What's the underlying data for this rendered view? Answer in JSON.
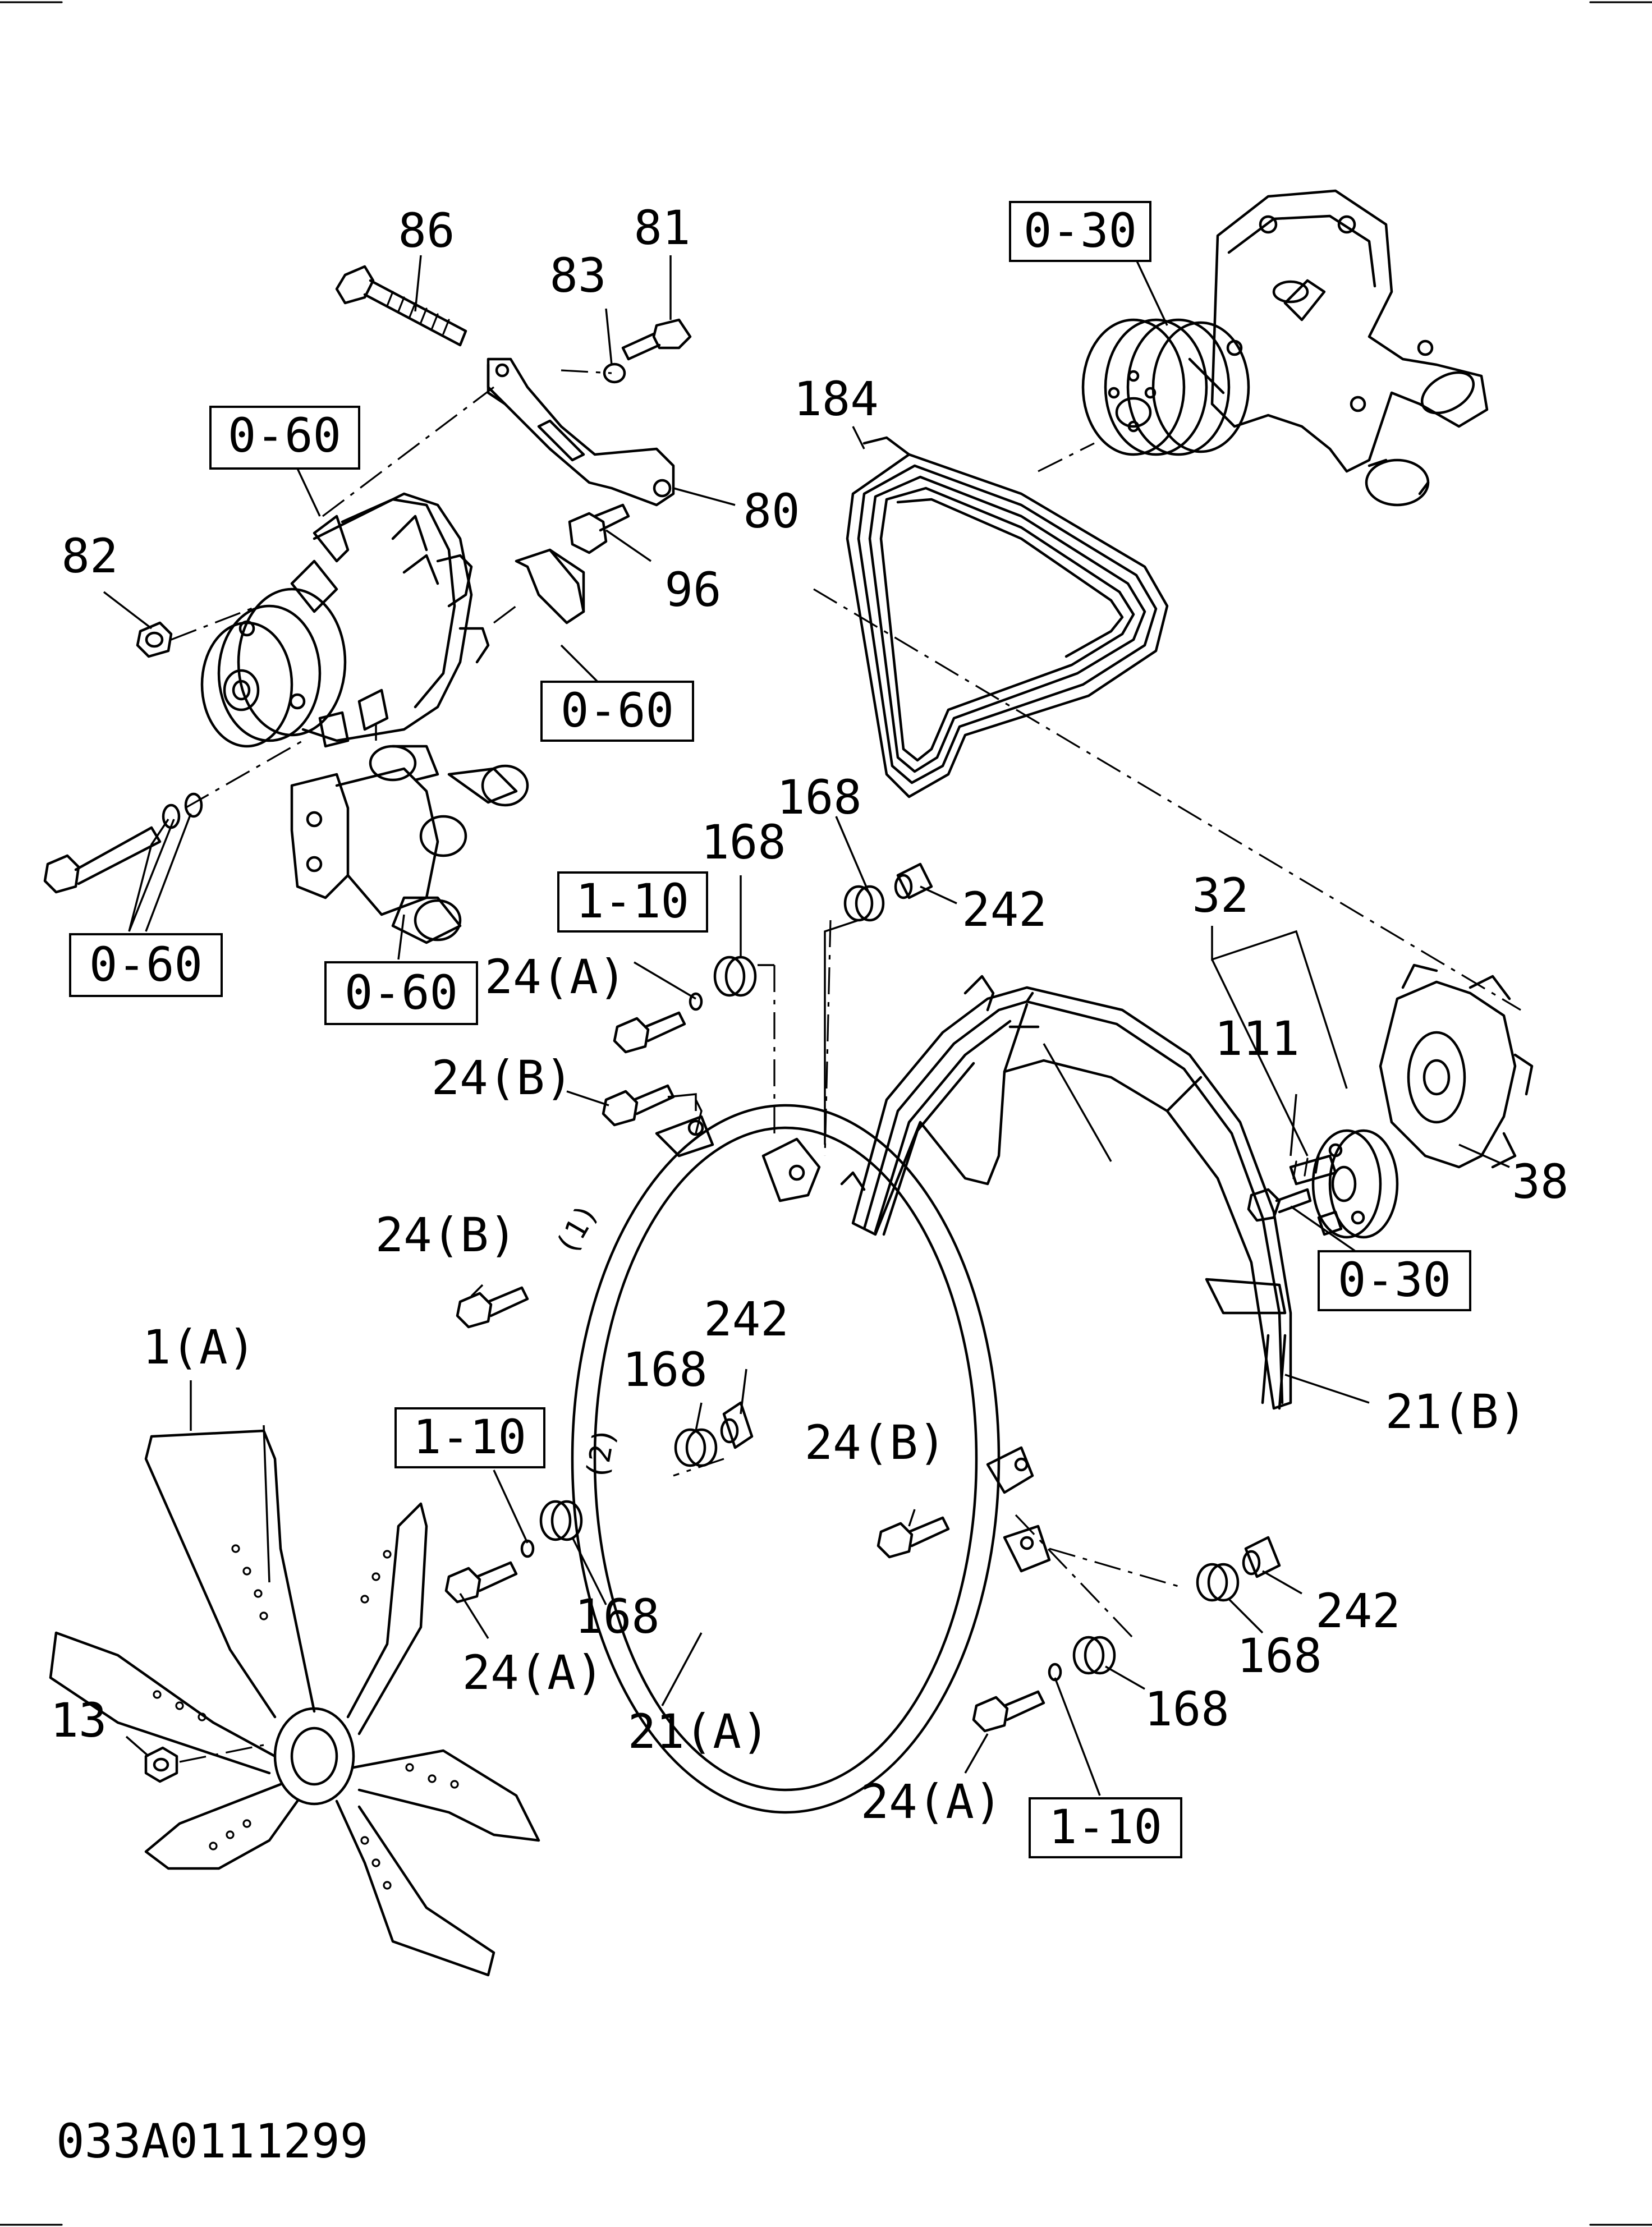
{
  "callouts": {
    "c86": "86",
    "c81": "81",
    "c83": "83",
    "c80": "80",
    "c96": "96",
    "c82": "82",
    "c184": "184",
    "c168a": "168",
    "c168b": "168",
    "c242a": "242",
    "c24a1": "24(A)",
    "c24b1": "24(B)",
    "c24b2": "24(B)",
    "c32": "32",
    "c111": "111",
    "c38": "38",
    "c1a": "1(A)",
    "c242b": "242",
    "c168c": "168",
    "c24b3": "24(B)",
    "c21b": "21(B)",
    "c168d": "168",
    "c24a2": "24(A)",
    "c242c": "242",
    "c168e": "168",
    "c168f": "168",
    "c13": "13",
    "c21a": "21(A)",
    "c24a3": "24(A)"
  },
  "refs": {
    "r030a": "0-30",
    "r060a": "0-60",
    "r060b": "0-60",
    "r060c": "0-60",
    "r060d": "0-60",
    "r110a": "1-10",
    "r030b": "0-30",
    "r110b": "1-10",
    "r110c": "1-10"
  },
  "diagram_code": "033A0111299"
}
